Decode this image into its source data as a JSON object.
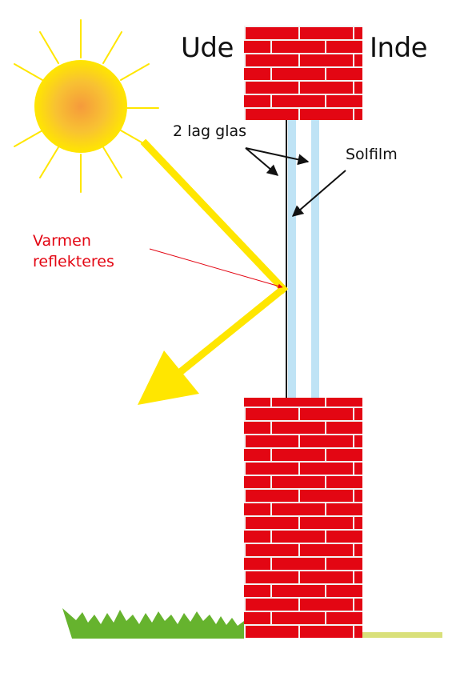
{
  "labels": {
    "outside": "Ude",
    "inside": "Inde",
    "glass_layers": "2 lag glas",
    "solar_film": "Solfilm",
    "heat_reflected_line1": "Varmen",
    "heat_reflected_line2": "reflekteres"
  },
  "colors": {
    "brick": "#e30613",
    "mortar": "#f3f3f3",
    "glass": "#bfe3f5",
    "film": "#111111",
    "sun_core": "#f7a03a",
    "sun_edge": "#ffe600",
    "sun_rays": "#ffe600",
    "light_beam": "#ffe600",
    "annotation_red": "#e30613",
    "grass": "#66b32e",
    "ground_line": "#d9e07a"
  },
  "icons": [
    "sun-icon",
    "brick-wall",
    "grass"
  ]
}
